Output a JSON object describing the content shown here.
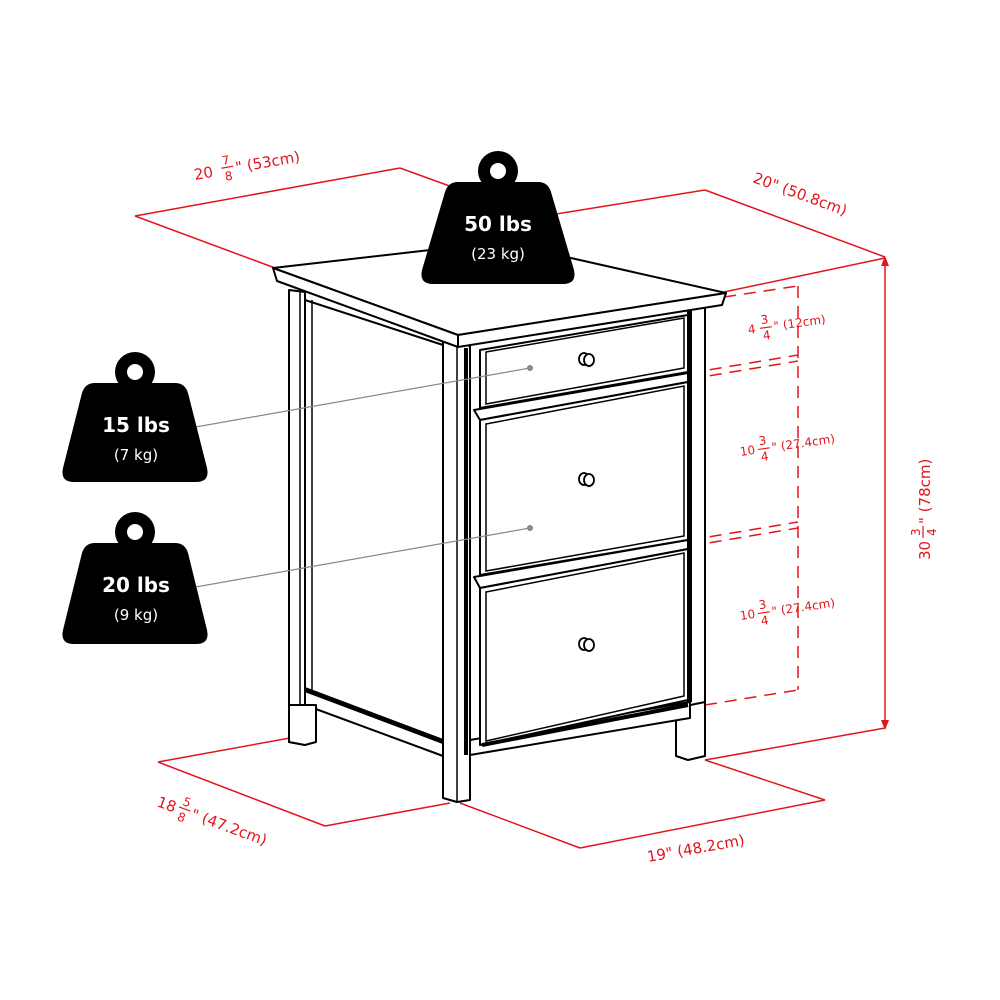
{
  "product": {
    "type": "3-drawer filing cabinet dimension diagram"
  },
  "colors": {
    "dimension_red": "#e3151c",
    "weight_icon": "#000000",
    "leader_gray": "#888888"
  },
  "dimensions": {
    "top_depth": {
      "whole": "20",
      "num": "7",
      "den": "8",
      "suffix": "\" (53cm)"
    },
    "top_width": {
      "label": "20\" (50.8cm)"
    },
    "height": {
      "whole": "30",
      "num": "3",
      "den": "4",
      "suffix": "\" (78cm)"
    },
    "drawer_top": {
      "whole": "4",
      "num": "3",
      "den": "4",
      "suffix": "\" (12cm)"
    },
    "drawer_middle": {
      "whole": "10",
      "num": "3",
      "den": "4",
      "suffix": "\" (27.4cm)"
    },
    "drawer_bottom": {
      "whole": "10",
      "num": "3",
      "den": "4",
      "suffix": "\" (27.4cm)"
    },
    "base_depth": {
      "whole": "18",
      "num": "5",
      "den": "8",
      "suffix": "\" (47.2cm)"
    },
    "base_width": {
      "label": "19\"  (48.2cm)"
    }
  },
  "weights": {
    "top": {
      "lbs": "50 lbs",
      "kg": "(23 kg)"
    },
    "drawer_top": {
      "lbs": "15 lbs",
      "kg": "(7 kg)"
    },
    "drawer_lower": {
      "lbs": "20 lbs",
      "kg": "(9 kg)"
    }
  },
  "icons": {
    "weight": "kettlebell-weight-icon",
    "knob": "drawer-knob-icon"
  }
}
